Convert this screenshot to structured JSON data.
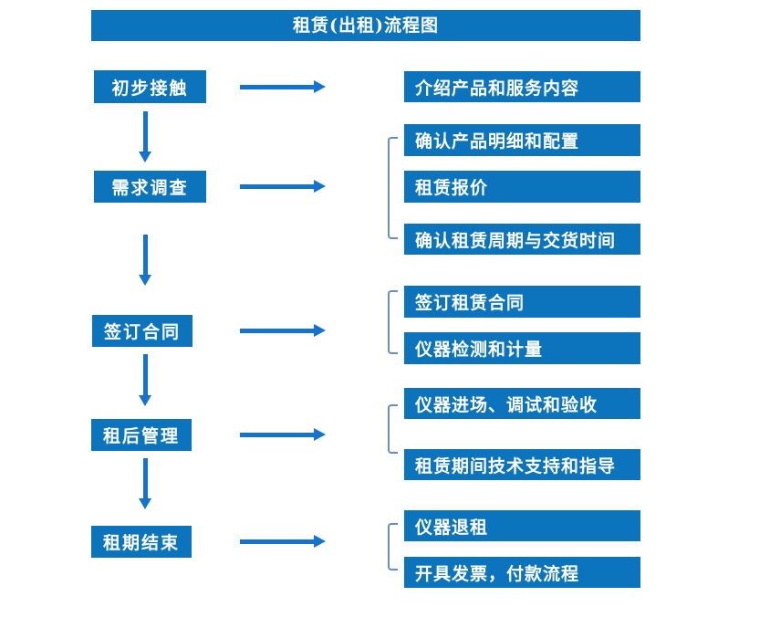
{
  "title": "租赁(出租)流程图",
  "colors": {
    "box_blue": "#0C74BD",
    "arrow_blue": "#1473CE",
    "bracket_blue": "#678CC8",
    "text_white": "#FFFFFF"
  },
  "steps": [
    {
      "label": "初步接触",
      "outputs": [
        "介绍产品和服务内容"
      ]
    },
    {
      "label": "需求调查",
      "outputs": [
        "确认产品明细和配置",
        "租赁报价",
        "确认租赁周期与交货时间"
      ]
    },
    {
      "label": "签订合同",
      "outputs": [
        "签订租赁合同",
        "仪器检测和计量"
      ]
    },
    {
      "label": "租后管理",
      "outputs": [
        "仪器进场、调试和验收",
        "租赁期间技术支持和指导"
      ]
    },
    {
      "label": "租期结束",
      "outputs": [
        "仪器退租",
        "开具发票，付款流程"
      ]
    }
  ]
}
